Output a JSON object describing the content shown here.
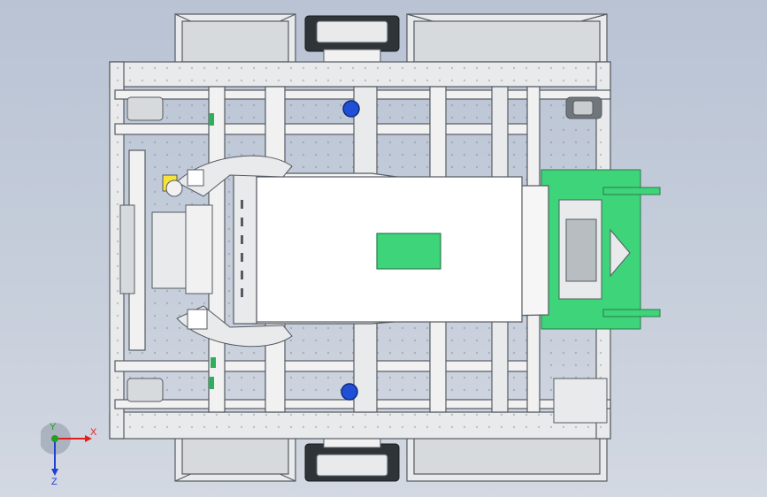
{
  "app": {
    "view": "Top"
  },
  "colors": {
    "background_top": "#b9c3d4",
    "background_bottom": "#d3d8e2",
    "frame": "#e8eaec",
    "frame_edge": "#5a5f66",
    "plate": "#f1f1f1",
    "green_part": "#3ed47a",
    "wheel_roller": "#8c9296",
    "wheel_dark": "#2b2f33",
    "bearing_blue": "#1f4fd6",
    "axis_x": "#e02020",
    "axis_y": "#20a020",
    "axis_z": "#2040d0"
  },
  "triad": {
    "x_label": "X",
    "y_label": "Y",
    "z_label": "Z"
  },
  "icons": {
    "triad": "axis-triad-icon",
    "bearing": "bearing-icon"
  }
}
